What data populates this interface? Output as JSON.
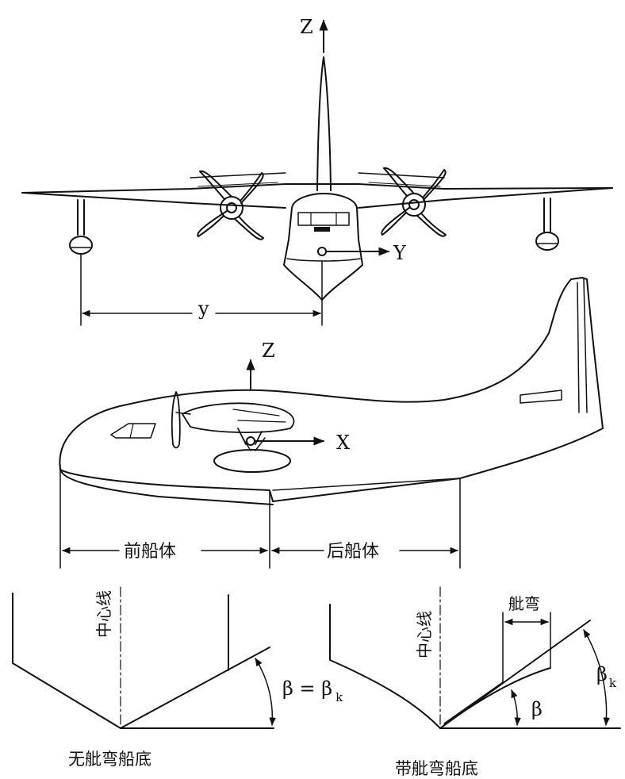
{
  "front_view": {
    "axis_z": "Z",
    "axis_y": "Y",
    "dim_y": "y"
  },
  "side_view": {
    "axis_z": "Z",
    "axis_x": "X",
    "forebody": "前船体",
    "afterbody": "后船体"
  },
  "section_left": {
    "centerline": "中心线",
    "beta": "β = β",
    "beta_sub": "k",
    "caption": "无舭弯船底"
  },
  "section_right": {
    "centerline": "中心线",
    "chine_flare": "舭弯",
    "beta": "β",
    "beta_k": "β",
    "beta_k_sub": "k",
    "caption": "带舭弯船底"
  },
  "colors": {
    "ink": "#111111",
    "background": "#ffffff"
  }
}
